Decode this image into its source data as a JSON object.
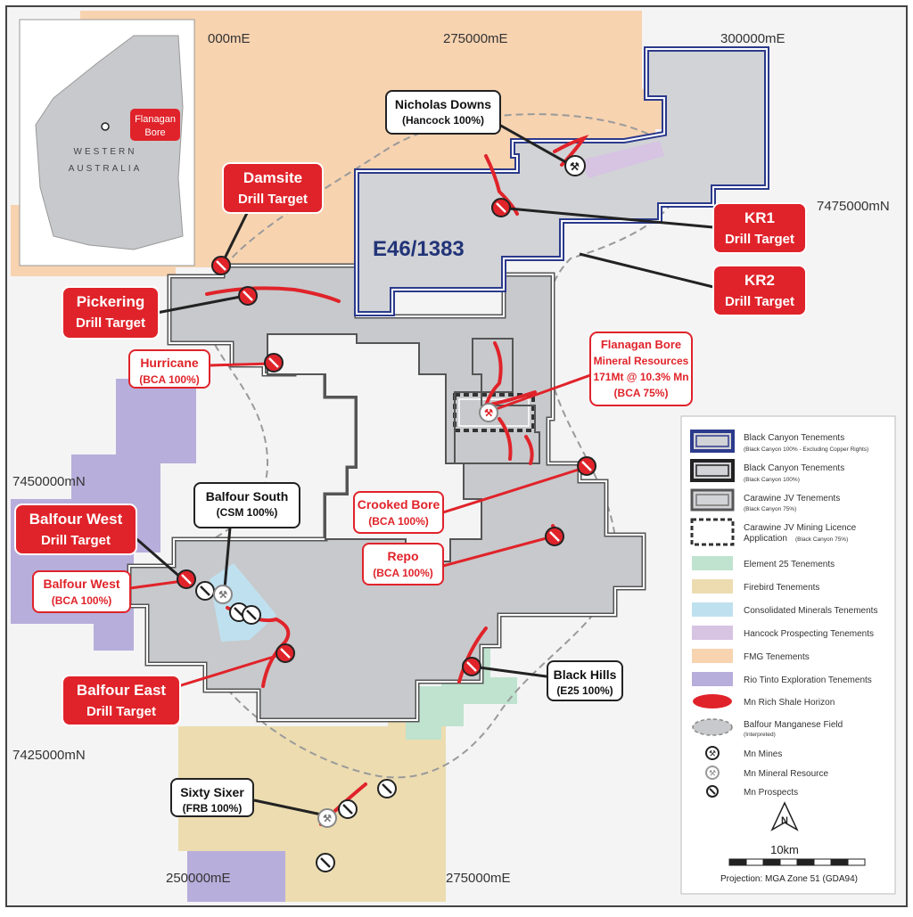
{
  "grid_labels": {
    "x_top": [
      "000mE",
      "275000mE",
      "300000mE"
    ],
    "x_bottom": [
      "250000mE",
      "275000mE"
    ],
    "y": [
      "7475000mN",
      "7450000mN",
      "7425000mN"
    ]
  },
  "tenement_id": "E46/1383",
  "inset": {
    "place": "Flanagan Bore",
    "region_line1": "WESTERN",
    "region_line2": "AUSTRALIA"
  },
  "targets": [
    {
      "key": "damsite",
      "line1": "Damsite",
      "line2": "Drill Target"
    },
    {
      "key": "pickering",
      "line1": "Pickering",
      "line2": "Drill Target"
    },
    {
      "key": "kr1",
      "line1": "KR1",
      "line2": "Drill Target"
    },
    {
      "key": "kr2",
      "line1": "KR2",
      "line2": "Drill Target"
    },
    {
      "key": "balfour-west-target",
      "line1": "Balfour West",
      "line2": "Drill Target"
    },
    {
      "key": "balfour-east",
      "line1": "Balfour East",
      "line2": "Drill Target"
    }
  ],
  "prospects": [
    {
      "key": "hurricane",
      "line1": "Hurricane",
      "line2": "(BCA 100%)"
    },
    {
      "key": "crooked-bore",
      "line1": "Crooked Bore",
      "line2": "(BCA 100%)"
    },
    {
      "key": "repo",
      "line1": "Repo",
      "line2": "(BCA 100%)"
    },
    {
      "key": "balfour-west",
      "line1": "Balfour West",
      "line2": "(BCA 100%)"
    }
  ],
  "flanagan": {
    "line1": "Flanagan Bore",
    "line2": "Mineral Resources",
    "line3": "171Mt @ 10.3% Mn",
    "line4": "(BCA 75%)"
  },
  "third_party": [
    {
      "key": "nicholas-downs",
      "line1": "Nicholas Downs",
      "line2": "(Hancock 100%)"
    },
    {
      "key": "balfour-south",
      "line1": "Balfour South",
      "line2": "(CSM 100%)"
    },
    {
      "key": "black-hills",
      "line1": "Black Hills",
      "line2": "(E25 100%)"
    },
    {
      "key": "sixty-sixer",
      "line1": "Sixty Sixer",
      "line2": "(FRB 100%)"
    }
  ],
  "legend": {
    "items": [
      {
        "key": "bct-excl",
        "label": "Black Canyon Tenements",
        "sub": "(Black Canyon 100% - Excluding Copper Rights)"
      },
      {
        "key": "bct",
        "label": "Black Canyon Tenements",
        "sub": "(Black Canyon 100%)"
      },
      {
        "key": "cjv",
        "label": "Carawine JV Tenements",
        "sub": "(Black Canyon 75%)"
      },
      {
        "key": "cjv-ml",
        "label": "Carawine JV Mining Licence",
        "label2": "Application",
        "sub": "(Black Canyon 75%)"
      },
      {
        "key": "e25",
        "label": "Element 25 Tenements",
        "color": "#bfe3cf"
      },
      {
        "key": "firebird",
        "label": "Firebird Tenements",
        "color": "#ecdcb0"
      },
      {
        "key": "csm",
        "label": "Consolidated Minerals Tenements",
        "color": "#bfe1ef"
      },
      {
        "key": "hancock",
        "label": "Hancock Prospecting Tenements",
        "color": "#d6c4e2"
      },
      {
        "key": "fmg",
        "label": "FMG Tenements",
        "color": "#f7d3b0"
      },
      {
        "key": "rio",
        "label": "Rio Tinto Exploration Tenements",
        "color": "#b7aedb"
      },
      {
        "key": "shale",
        "label": "Mn Rich Shale Horizon"
      },
      {
        "key": "field",
        "label": "Balfour Manganese Field",
        "sub": "(Interpreted)"
      },
      {
        "key": "mines",
        "label": "Mn Mines"
      },
      {
        "key": "resource",
        "label": "Mn Mineral Resource"
      },
      {
        "key": "prospects",
        "label": "Mn Prospects"
      }
    ],
    "north": "N",
    "scale": "10km",
    "projection": "Projection: MGA Zone 51 (GDA94)"
  },
  "colors": {
    "red": "#e0232a",
    "grey_fill": "#c8c9cc",
    "blue_outline": "#2c3a8c",
    "fmg": "#f7d3b0",
    "rio": "#b7aedb",
    "firebird": "#ecdcb0",
    "e25": "#bfe3cf",
    "csm": "#bfe1ef",
    "hancock": "#d6c4e2"
  }
}
